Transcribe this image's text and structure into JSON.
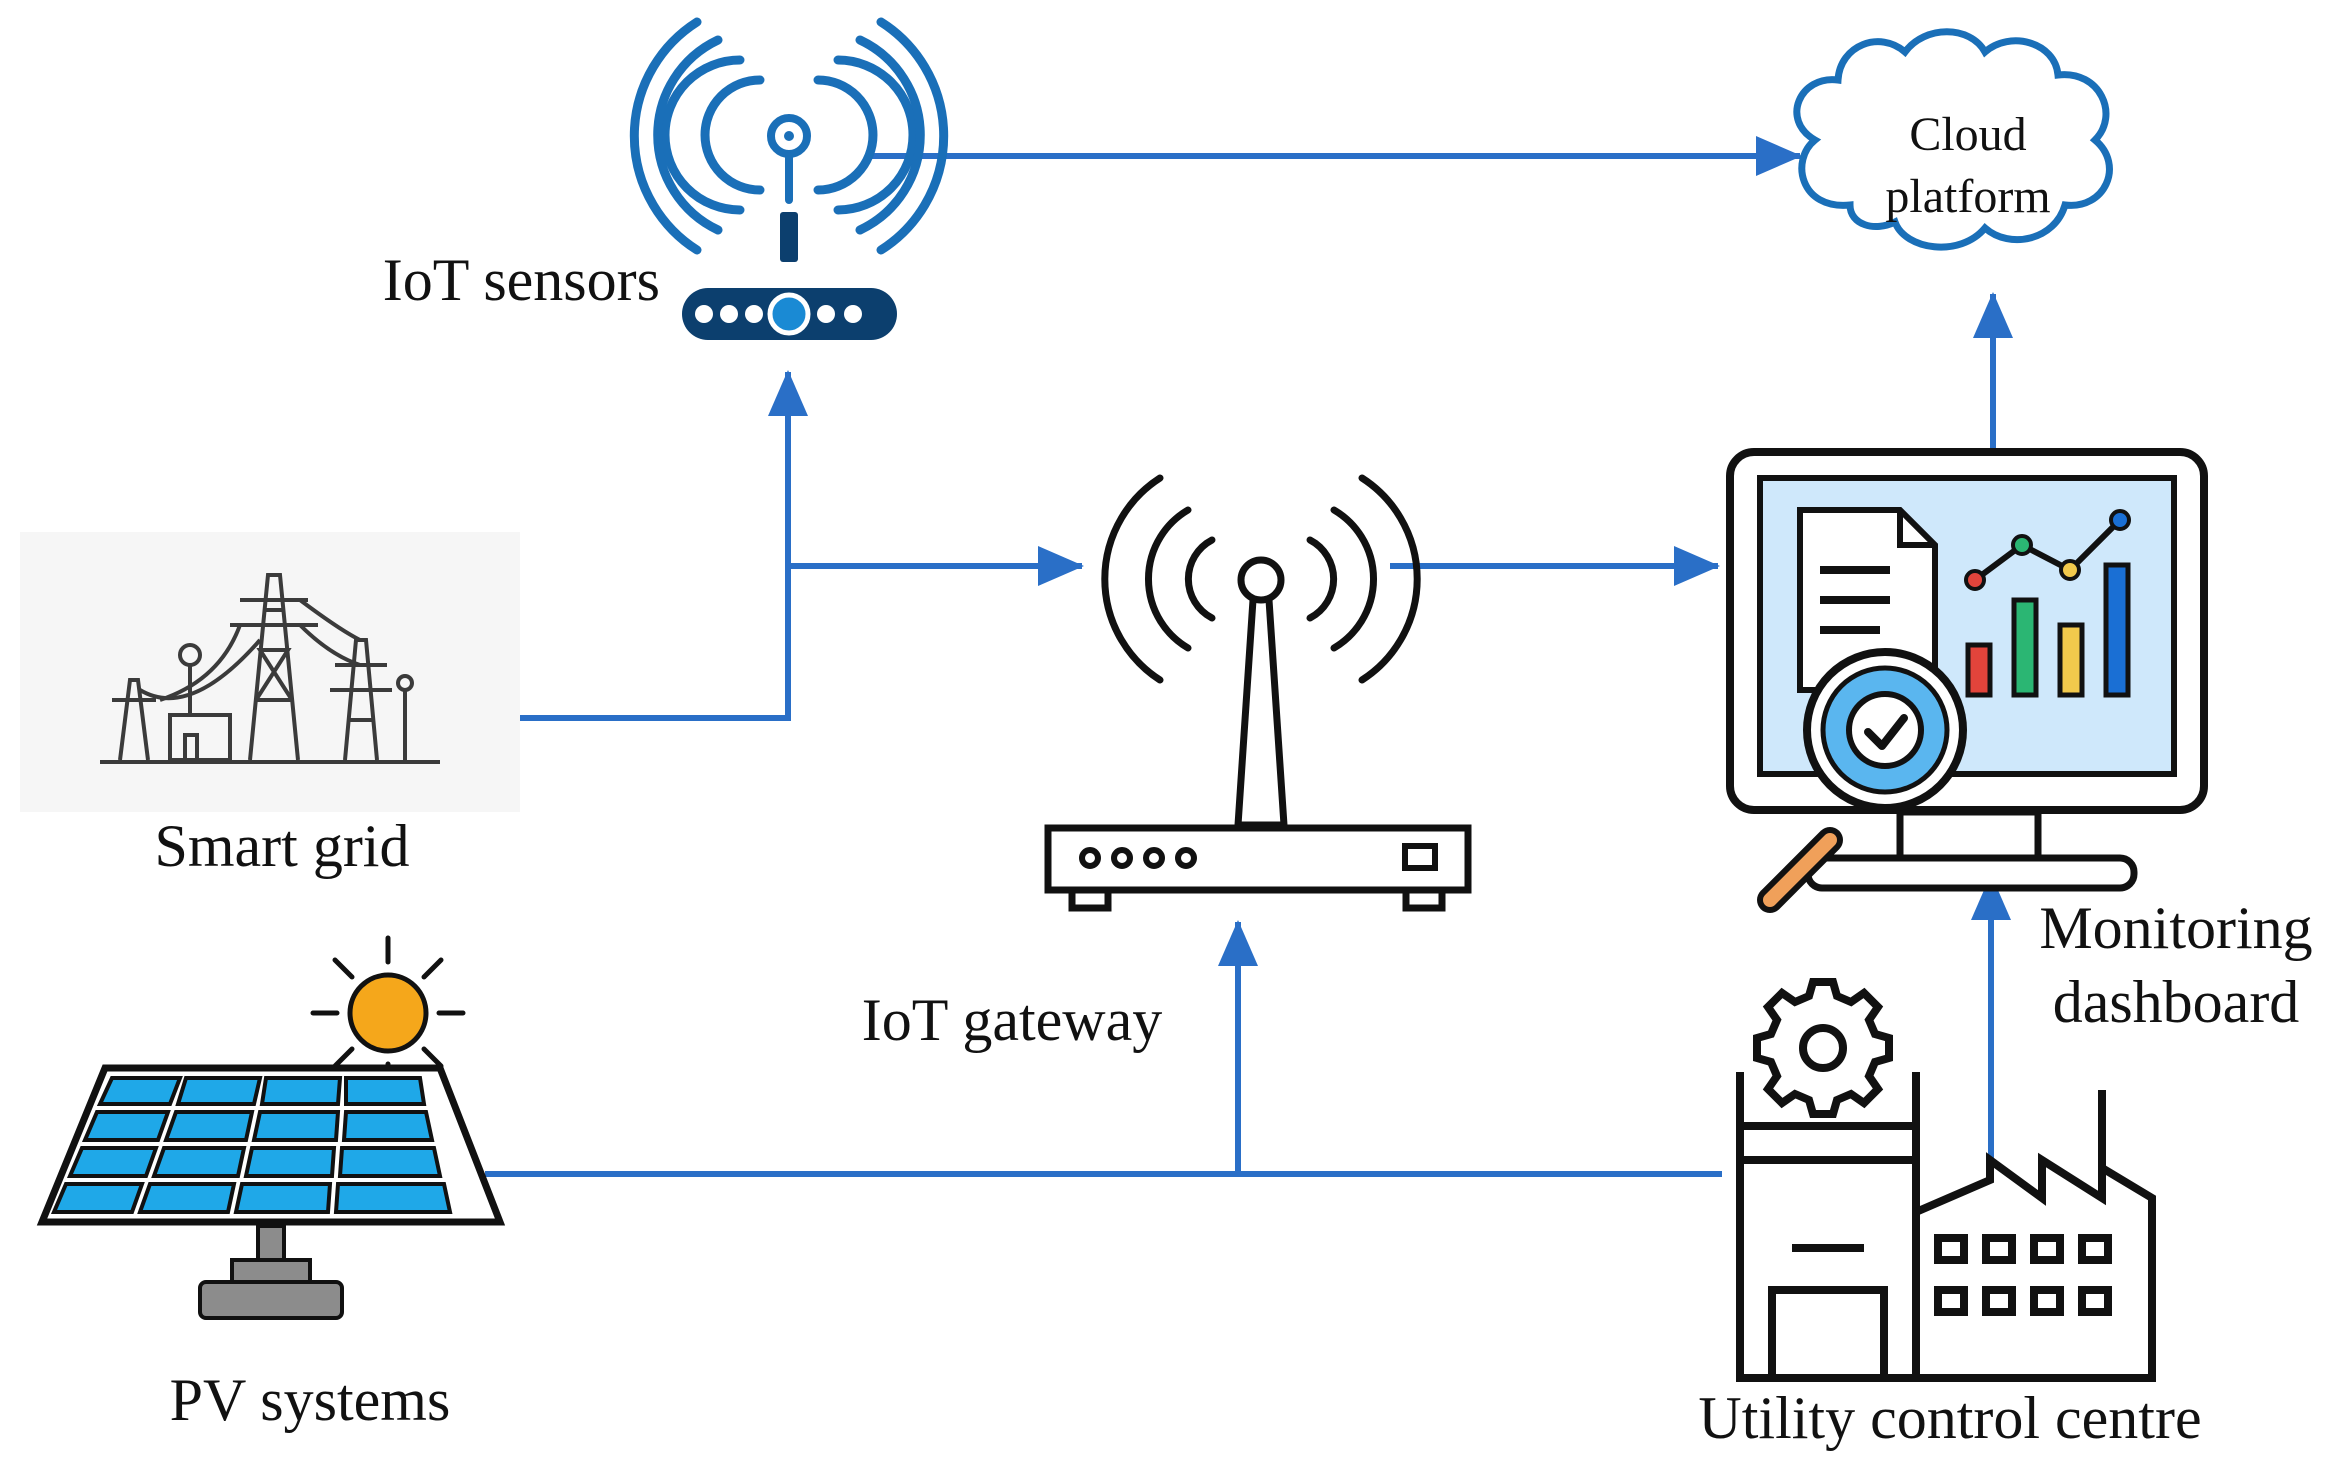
{
  "labels": {
    "iot_sensors": "IoT sensors",
    "smart_grid": "Smart grid",
    "iot_gateway": "IoT gateway",
    "pv_systems": "PV systems",
    "cloud_line1": "Cloud",
    "cloud_line2": "platform",
    "monitoring_line1": "Monitoring",
    "monitoring_line2": "dashboard",
    "utility_control_centre": "Utility control centre"
  },
  "icons": {
    "iot_sensors": "wifi-router-icon",
    "smart_grid": "power-transmission-towers-icon",
    "iot_gateway": "wireless-gateway-router-icon",
    "pv_systems": "solar-panel-icon",
    "cloud_platform": "cloud-icon",
    "monitoring_dashboard": "monitor-dashboard-icon",
    "utility_control_centre": "factory-gear-icon"
  },
  "connections": [
    {
      "from": "Smart grid",
      "to": "IoT sensors"
    },
    {
      "from": "Smart grid",
      "to": "IoT gateway"
    },
    {
      "from": "IoT sensors",
      "to": "Cloud platform"
    },
    {
      "from": "IoT gateway",
      "to": "Monitoring dashboard"
    },
    {
      "from": "Monitoring dashboard",
      "to": "Cloud platform"
    },
    {
      "from": "PV systems",
      "to": "IoT gateway"
    },
    {
      "from": "Utility control centre",
      "to": "IoT gateway"
    },
    {
      "from": "Utility control centre",
      "to": "Monitoring dashboard"
    }
  ],
  "colors": {
    "connector": "#2a6fc7",
    "sensor_blue": "#1a6fb8",
    "sensor_dark": "#0c3f6e",
    "panel_blue": "#1fa8e8",
    "sun_orange": "#f5a71b",
    "screen_bg": "#cfe8fb"
  }
}
